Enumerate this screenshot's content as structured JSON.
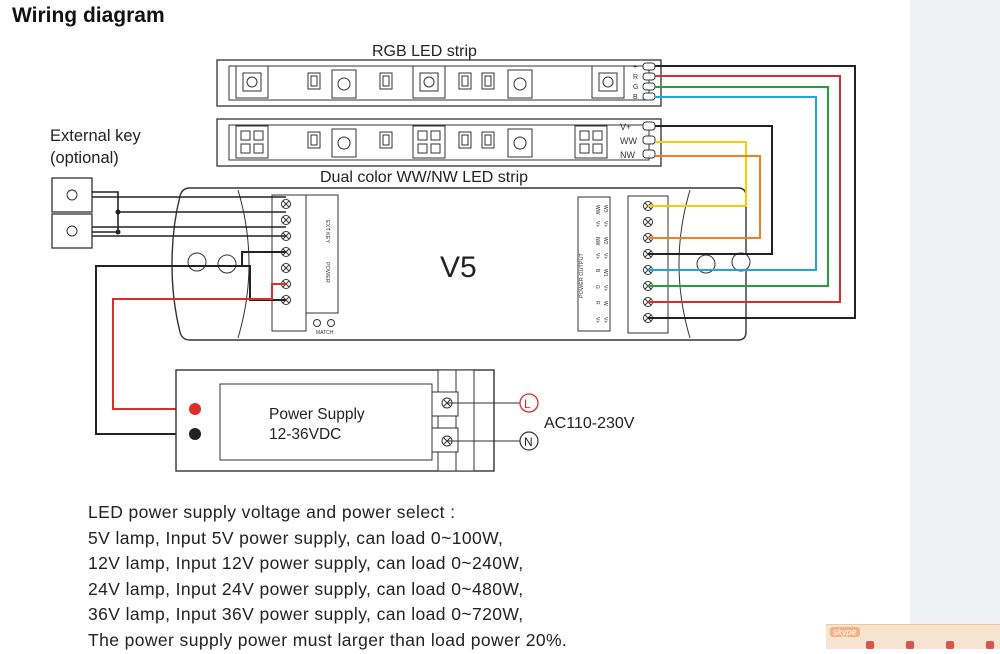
{
  "title": "Wiring diagram",
  "strips": {
    "rgb": {
      "label": "RGB LED strip",
      "pads": [
        "+",
        "R",
        "G",
        "B"
      ]
    },
    "dual": {
      "label": "Dual color WW/NW LED strip",
      "pads": [
        "V+",
        "WW",
        "NW"
      ]
    }
  },
  "external_key": {
    "label": "External key",
    "sublabel": "(optional)"
  },
  "controller": {
    "model": "V5",
    "left_labels": [
      "EXT KEY",
      "POWER"
    ],
    "power_output_label": "POWER OUTPUT",
    "match_label": "MATCH",
    "right_labels": [
      "WW",
      "V+",
      "NW",
      "V+",
      "B",
      "G",
      "R",
      "V+"
    ],
    "right_labels2": [
      "W3",
      "V+",
      "W2",
      "V+",
      "W1",
      "V+",
      "W",
      "V+"
    ]
  },
  "power_supply": {
    "title": "Power Supply",
    "rating": "12-36VDC"
  },
  "ac_input": {
    "line": "L",
    "neutral": "N",
    "voltage": "AC110-230V"
  },
  "notes": [
    "LED power supply voltage and power select :",
    "5V lamp, Input 5V power supply, can load 0~100W,",
    "12V lamp, Input 12V power supply, can load 0~240W,",
    "24V lamp, Input 24V power supply, can load 0~480W,",
    "36V lamp, Input 36V power supply, can load 0~720W,",
    "The power supply power must larger than load power 20%."
  ],
  "overlay": {
    "brand": "skype"
  },
  "colors": {
    "wire_red": "#e02b2b",
    "wire_green": "#22a33a",
    "wire_blue": "#1ea6e0",
    "wire_yellow": "#f5d000",
    "wire_orange": "#f08020",
    "wire_black": "#222222"
  }
}
